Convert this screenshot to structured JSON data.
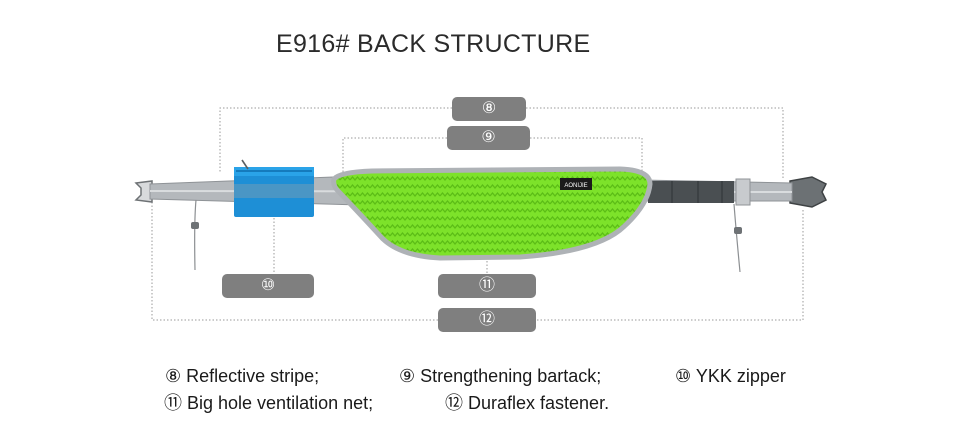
{
  "title": "E916# BACK STRUCTURE",
  "callouts": {
    "c8": "⑧",
    "c9": "⑨",
    "c10": "⑩",
    "c11": "⑪",
    "c12": "⑫"
  },
  "belt": {
    "logo_text": "AONIJIE"
  },
  "legend": {
    "l8": "⑧ Reflective stripe;",
    "l9": "⑨ Strengthening bartack;",
    "l10": "⑩ YKK zipper",
    "l11": "⑪ Big hole ventilation net;",
    "l12": "⑫ Duraflex fastener."
  },
  "colors": {
    "mesh": "#7de22a",
    "pocket": "#1e8fd6",
    "strap": "#b4b8bc",
    "band": "#4a4f52",
    "callout": "#7f7f7f"
  }
}
